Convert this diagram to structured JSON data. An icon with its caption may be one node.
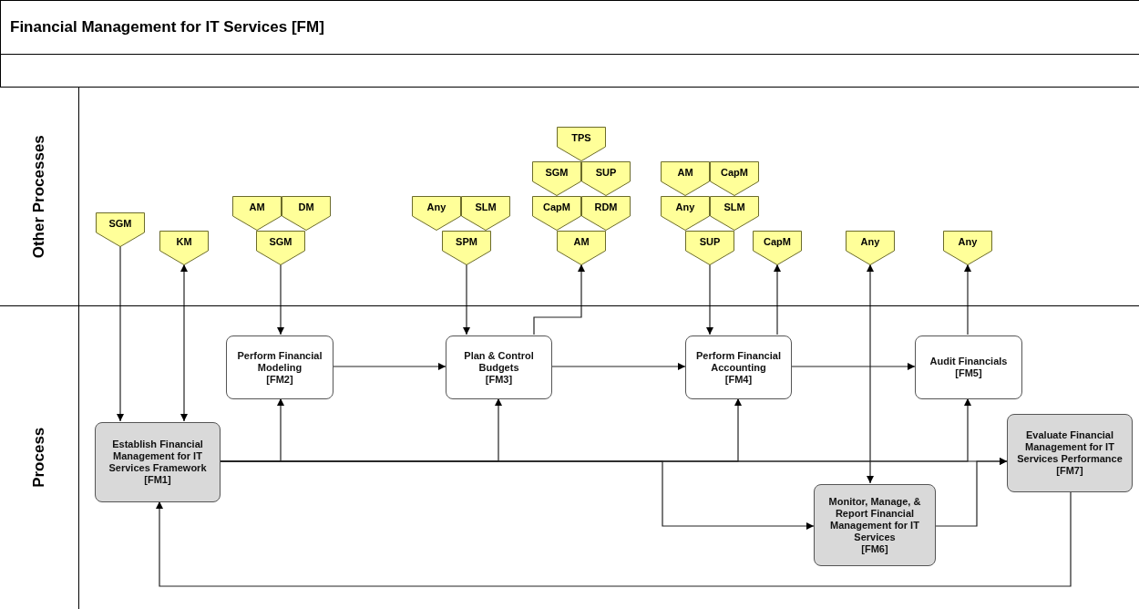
{
  "diagram": {
    "title": "Financial Management for IT Services [FM]",
    "nodes": [
      {
        "text": [
          "Other Processes"
        ]
      },
      {
        "text": [
          "Process"
        ]
      },
      {
        "text": [
          "SGM"
        ],
        "in": 0
      },
      {
        "text": [
          "KM"
        ],
        "in": 0
      },
      {
        "text": [
          "AM"
        ],
        "in": 0
      },
      {
        "text": [
          "DM"
        ],
        "in": 0
      },
      {
        "text": [
          "SGM"
        ],
        "in": 0
      },
      {
        "text": [
          "Any"
        ],
        "in": 0
      },
      {
        "text": [
          "SLM"
        ],
        "in": 0
      },
      {
        "text": [
          "SPM"
        ],
        "in": 0
      },
      {
        "text": [
          "TPS"
        ],
        "in": 0
      },
      {
        "text": [
          "SGM"
        ],
        "in": 0
      },
      {
        "text": [
          "SUP"
        ],
        "in": 0
      },
      {
        "text": [
          "CapM"
        ],
        "in": 0
      },
      {
        "text": [
          "RDM"
        ],
        "in": 0
      },
      {
        "text": [
          "AM"
        ],
        "in": 0
      },
      {
        "text": [
          "AM"
        ],
        "in": 0
      },
      {
        "text": [
          "CapM"
        ],
        "in": 0
      },
      {
        "text": [
          "Any"
        ],
        "in": 0
      },
      {
        "text": [
          "SLM"
        ],
        "in": 0
      },
      {
        "text": [
          "SUP"
        ],
        "in": 0
      },
      {
        "text": [
          "CapM"
        ],
        "in": 0
      },
      {
        "text": [
          "Any"
        ],
        "in": 0
      },
      {
        "text": [
          "Any"
        ],
        "in": 0
      },
      {
        "text": [
          "Establish Financial Management for IT Services Framework",
          "[FM1]"
        ],
        "in": 1
      },
      {
        "text": [
          "Perform Financial Modeling",
          "[FM2]"
        ],
        "in": 1
      },
      {
        "text": [
          "Plan & Control Budgets",
          "[FM3]"
        ],
        "in": 1
      },
      {
        "text": [
          "Perform Financial Accounting",
          "[FM4]"
        ],
        "in": 1
      },
      {
        "text": [
          "Audit Financials",
          "[FM5]"
        ],
        "in": 1
      },
      {
        "text": [
          "Monitor, Manage, & Report Financial Management for IT Services",
          "[FM6]"
        ],
        "in": 1
      },
      {
        "text": [
          "Evaluate Financial Management for IT Services Performance",
          "[FM7]"
        ],
        "in": 1
      }
    ],
    "edges": [
      {
        "from": 2,
        "to": 24,
        "arrow": "to"
      },
      {
        "from": 3,
        "to": 24,
        "arrow": "both"
      },
      {
        "from": 6,
        "to": 25,
        "arrow": "to"
      },
      {
        "from": 9,
        "to": 26,
        "arrow": "to"
      },
      {
        "from": 26,
        "to": 15,
        "arrow": "to"
      },
      {
        "from": 20,
        "to": 27,
        "arrow": "to"
      },
      {
        "from": 27,
        "to": 21,
        "arrow": "to"
      },
      {
        "from": 29,
        "to": 22,
        "arrow": "both"
      },
      {
        "from": 28,
        "to": 23,
        "arrow": "to"
      },
      {
        "from": 25,
        "to": 26,
        "arrow": "to"
      },
      {
        "from": 26,
        "to": 27,
        "arrow": "to"
      },
      {
        "from": 27,
        "to": 28,
        "arrow": "to"
      },
      {
        "from": 24,
        "to": 25,
        "arrow": "to"
      },
      {
        "from": 24,
        "to": 26,
        "arrow": "to"
      },
      {
        "from": 24,
        "to": 27,
        "arrow": "to"
      },
      {
        "from": 24,
        "to": 28,
        "arrow": "to"
      },
      {
        "from": 24,
        "to": 30,
        "arrow": "to"
      },
      {
        "from": 24,
        "to": 29,
        "arrow": "to"
      },
      {
        "from": 29,
        "to": 30,
        "arrow": "to"
      },
      {
        "from": 30,
        "to": 24,
        "arrow": "to"
      }
    ]
  }
}
